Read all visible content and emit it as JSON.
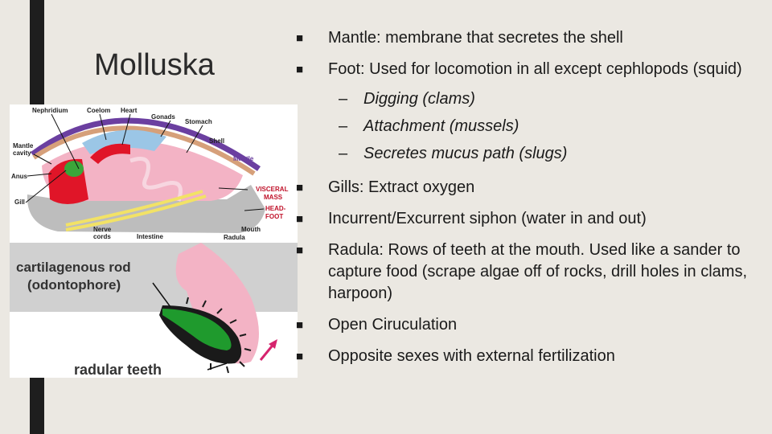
{
  "slide": {
    "title": "Molluska",
    "bullets": [
      {
        "text": "Mantle:  membrane that secretes the shell"
      },
      {
        "text": "Foot:  Used for locomotion in all except cephlopods (squid)",
        "sub": [
          "Digging (clams)",
          "Attachment (mussels)",
          "Secretes mucus path (slugs)"
        ]
      },
      {
        "text": "Gills:  Extract oxygen"
      },
      {
        "text": "Incurrent/Excurrent siphon (water in and out)"
      },
      {
        "text": "Radula:  Rows of teeth at the mouth.  Used like a sander to capture food (scrape algae off of rocks, drill holes in clams, harpoon)"
      },
      {
        "text": "Open Ciruculation"
      },
      {
        "text": "Opposite sexes with external fertilization"
      }
    ],
    "bullet_marker": "■",
    "sub_marker": "–"
  },
  "figure": {
    "labels": {
      "nephridium": "Nephridium",
      "coelom": "Coelom",
      "heart": "Heart",
      "gonads": "Gonads",
      "stomach": "Stomach",
      "mantle_cavity_1": "Mantle",
      "mantle_cavity_2": "cavity",
      "shell": "Shell",
      "mantle": "Mantle",
      "anus": "Anus",
      "visceral_1": "VISCERAL",
      "visceral_2": "MASS",
      "gill": "Gill",
      "headfoot_1": "HEAD-",
      "headfoot_2": "FOOT",
      "nerve_1": "Nerve",
      "nerve_2": "cords",
      "intestine": "Intestine",
      "mouth": "Mouth",
      "radula": "Radula",
      "cart_1": "cartilagenous rod",
      "cart_2": "(odontophore)",
      "teeth": "radular teeth"
    }
  },
  "colors": {
    "background": "#ebe8e2",
    "bar": "#1e1e1e",
    "shell": "#6b3fa0",
    "mantle_pink": "#f3b3c5",
    "heart_red": "#e01528",
    "foot_gray": "#bdbdbd",
    "odontophore_green": "#1f9a2d",
    "visceral_label": "#c0122a"
  }
}
